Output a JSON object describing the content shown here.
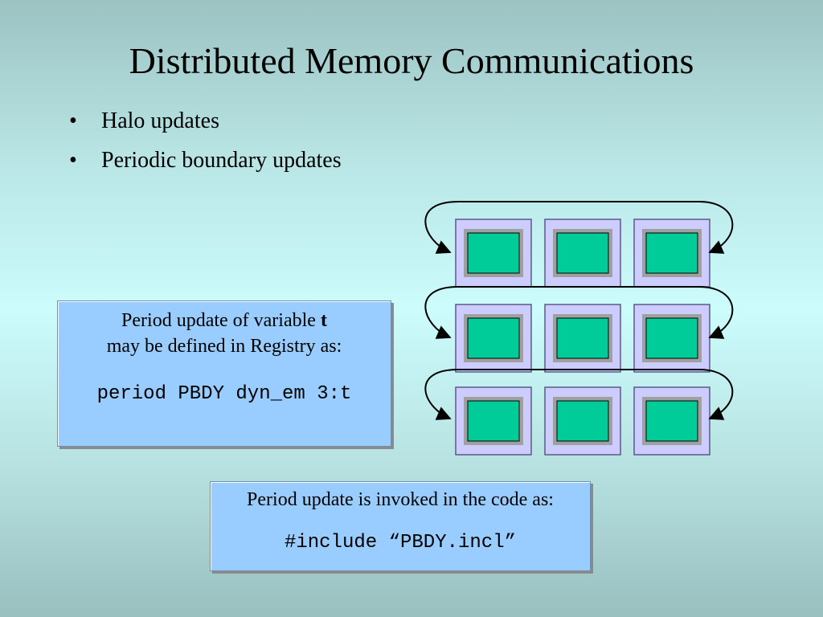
{
  "slide": {
    "title": "Distributed Memory Communications",
    "bullets": [
      {
        "marker": "•",
        "text": "Halo updates"
      },
      {
        "marker": "•",
        "text": "Periodic boundary updates"
      }
    ]
  },
  "registry_box": {
    "line1_prefix": "Period update of variable ",
    "line1_var": "t",
    "line2": "may be defined in Registry as:",
    "code": "period  PBDY dyn_em 3:t"
  },
  "code_box": {
    "line1": "Period update is invoked in the code as:",
    "code": "#include “PBDY.incl”"
  },
  "diagram": {
    "rows": 3,
    "cols": 3,
    "colors": {
      "tile_outer": "#ccccff",
      "tile_border": "#5a5a8a",
      "tile_halo": "#a0a0a0",
      "tile_inner": "#00cc99",
      "arrow": "#000000"
    }
  }
}
